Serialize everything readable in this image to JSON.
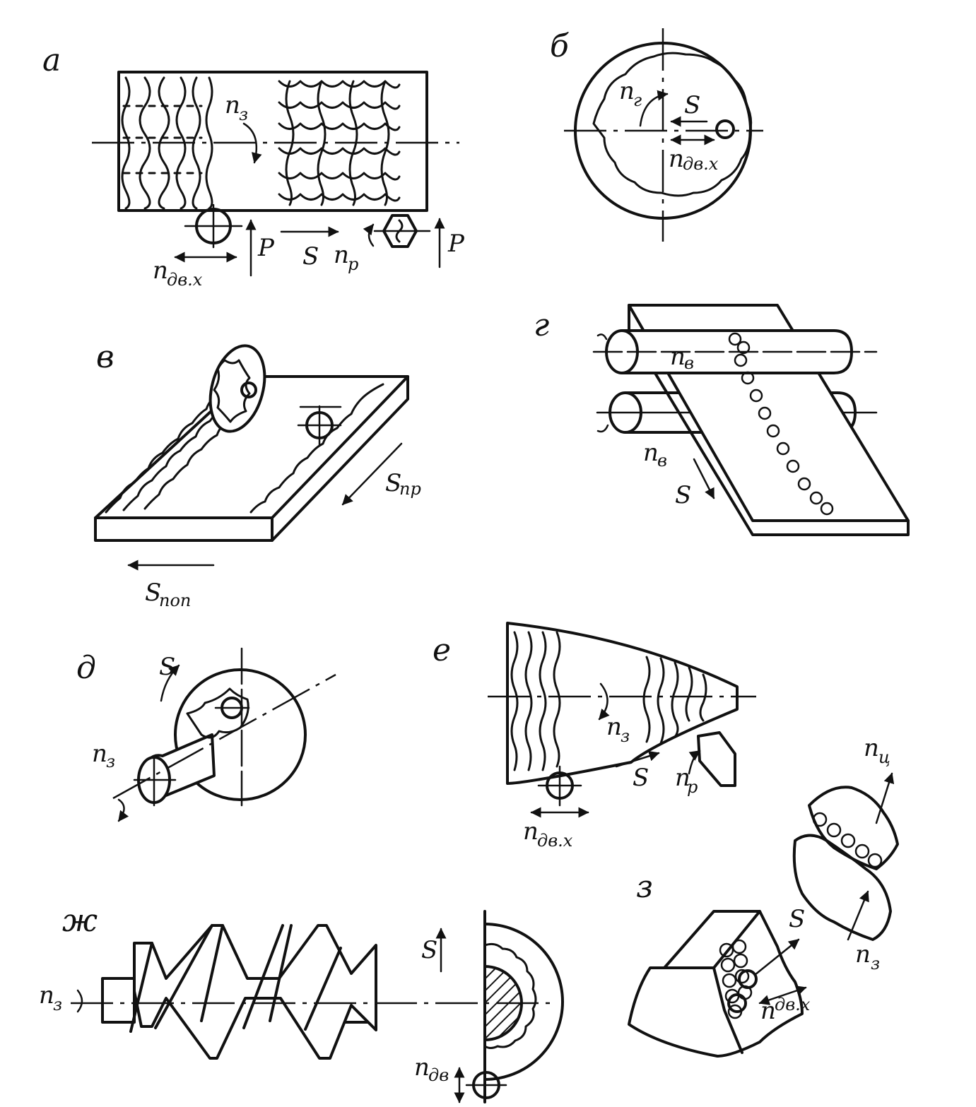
{
  "panels": {
    "a": {
      "label": "а",
      "n_wheel": "n",
      "n_wheel_sub": "з",
      "s": "S",
      "p1": "P",
      "p2": "P",
      "n_osc": "n",
      "n_osc_sub": "дв.х",
      "n_r": "n",
      "n_r_sub": "р"
    },
    "b": {
      "label": "б",
      "n": "n",
      "n_sub": "г",
      "s": "S",
      "n_osc": "n",
      "n_osc_sub": "дв.х"
    },
    "v": {
      "label": "в",
      "s_pr": "S",
      "s_pr_sub": "пр",
      "s_pop": "S",
      "s_pop_sub": "поп"
    },
    "g": {
      "label": "г",
      "n_top": "n",
      "n_top_sub": "в",
      "n_bot": "n",
      "n_bot_sub": "в",
      "s": "S"
    },
    "d": {
      "label": "д",
      "s": "S",
      "n": "n",
      "n_sub": "з"
    },
    "e": {
      "label": "е",
      "n": "n",
      "n_sub": "з",
      "s": "S",
      "n_p": "n",
      "n_p_sub": "р",
      "n_osc": "n",
      "n_osc_sub": "дв.х"
    },
    "zh": {
      "label": "ж",
      "n": "n",
      "n_sub": "з",
      "s": "S",
      "n_osc": "n",
      "n_osc_sub": "дв"
    },
    "z": {
      "label": "з",
      "n_c": "n",
      "n_c_sub": "ц",
      "n_z": "n",
      "n_z_sub": "з",
      "s": "S",
      "n_osc": "n",
      "n_osc_sub": "дв.х"
    }
  }
}
